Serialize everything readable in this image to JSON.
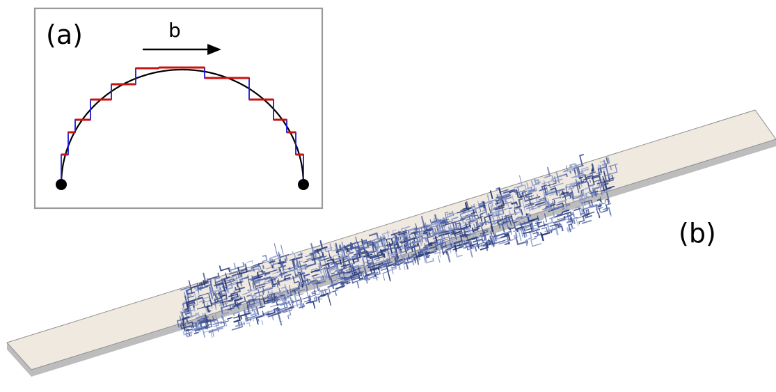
{
  "panel_a": {
    "label": "(a)",
    "burgers_vector_label": "b"
  },
  "panel_b": {
    "label": "(b)"
  },
  "colors": {
    "inset_border": "#9a9a9a",
    "arc": "#000000",
    "step_red": "#cc1111",
    "step_blue": "#1a1ad6",
    "node": "#000000",
    "slab_top": "#efe9df",
    "slab_side": "#bdbdbd",
    "slab_edge": "#8f8f8f",
    "dislocation_dark": "#2a3a78",
    "dislocation_mid": "#4c5fa6",
    "dislocation_light": "#8c9ccb"
  }
}
